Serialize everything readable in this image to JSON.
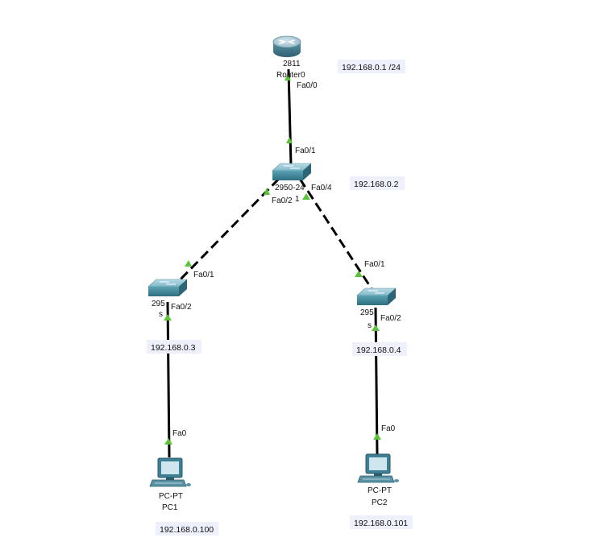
{
  "colors": {
    "link": "#000000",
    "port_up": "#5cc23a",
    "note_bg": "#eef0fb",
    "device_body": "#4f97aa",
    "device_dark": "#2f6f80"
  },
  "devices": {
    "router": {
      "model": "2811",
      "name": "Router0",
      "icon": "router-icon"
    },
    "core_switch": {
      "model": "2950-24",
      "name": "1",
      "icon": "switch-icon"
    },
    "switch_left": {
      "model": "295",
      "name": "s",
      "icon": "switch-icon"
    },
    "switch_right": {
      "model": "295",
      "name": "s",
      "icon": "switch-icon"
    },
    "pc1": {
      "model": "PC-PT",
      "name": "PC1",
      "icon": "pc-icon"
    },
    "pc2": {
      "model": "PC-PT",
      "name": "PC2",
      "icon": "pc-icon"
    }
  },
  "notes": {
    "router_ip": "192.168.0.1 /24",
    "core_switch_ip": "192.168.0.2",
    "switch_left_ip": "192.168.0.3",
    "switch_right_ip": "192.168.0.4",
    "pc1_ip": "192.168.0.100",
    "pc2_ip": "192.168.0.101"
  },
  "ports": {
    "router_fa00": "Fa0/0",
    "core_fa01": "Fa0/1",
    "core_fa02": "Fa0/2",
    "core_fa04": "Fa0/4",
    "left_fa01": "Fa0/1",
    "left_fa02": "Fa0/2",
    "right_fa01": "Fa0/1",
    "right_fa02": "Fa0/2",
    "pc1_fa0": "Fa0",
    "pc2_fa0": "Fa0"
  },
  "links": [
    {
      "from": "router",
      "to": "core_switch",
      "style": "straight-through"
    },
    {
      "from": "core_switch",
      "to": "switch_left",
      "style": "crossover"
    },
    {
      "from": "core_switch",
      "to": "switch_right",
      "style": "crossover"
    },
    {
      "from": "switch_left",
      "to": "pc1",
      "style": "straight-through"
    },
    {
      "from": "switch_right",
      "to": "pc2",
      "style": "straight-through"
    }
  ]
}
